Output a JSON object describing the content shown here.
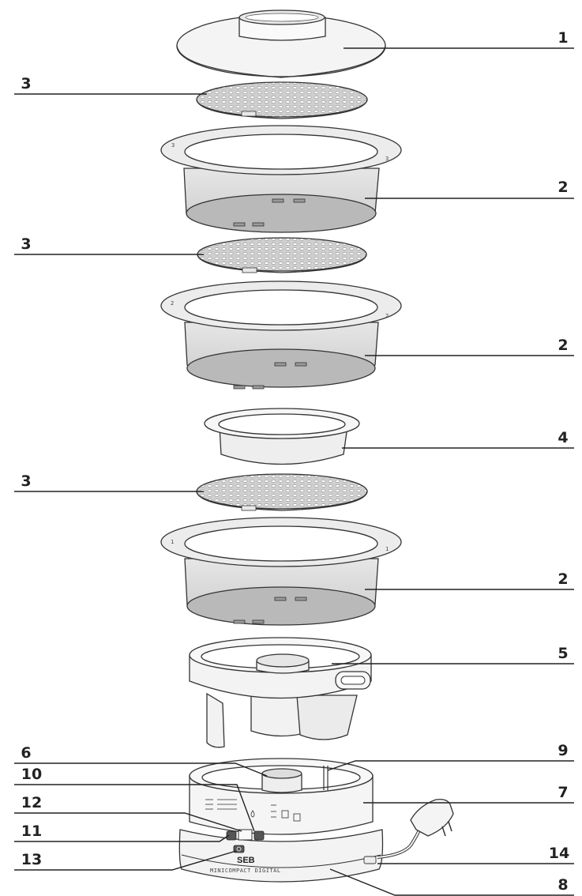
{
  "callouts": [
    "1",
    "2",
    "2",
    "2",
    "3",
    "3",
    "3",
    "4",
    "5",
    "6",
    "7",
    "8",
    "9",
    "10",
    "11",
    "12",
    "13",
    "14"
  ],
  "product": {
    "brand": "SEB",
    "model": "MINICOMPACT DIGITAL"
  },
  "basket_level_marks": [
    "3",
    "3",
    "2",
    "2",
    "1",
    "1"
  ],
  "colors": {
    "outline": "#333333",
    "basket_fill": "#d9d9d9",
    "basket_dark": "#b5b5b5",
    "lid_fill": "#f2f2f2"
  }
}
